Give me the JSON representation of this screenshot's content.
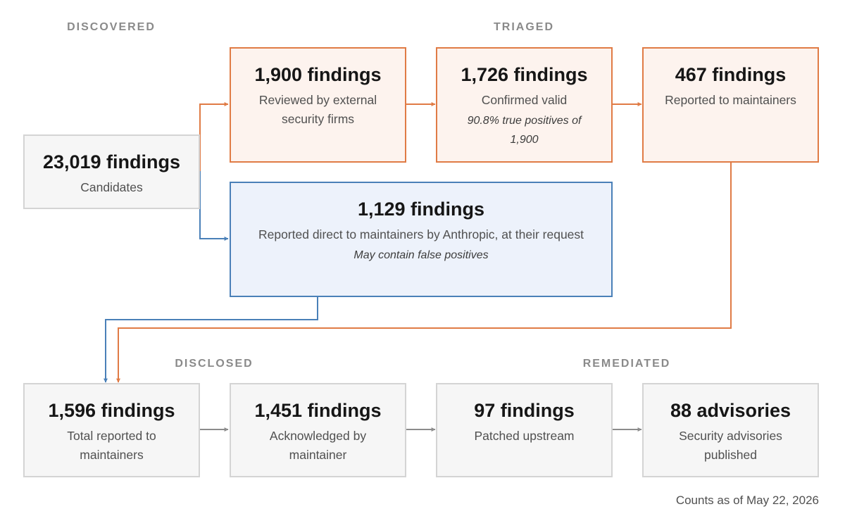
{
  "stages": {
    "discovered": "DISCOVERED",
    "triaged": "TRIAGED",
    "disclosed": "DISCLOSED",
    "remediated": "REMEDIATED"
  },
  "nodes": {
    "candidates": {
      "count": "23,019 findings",
      "desc": "Candidates"
    },
    "external_review": {
      "count": "1,900 findings",
      "desc": "Reviewed by external security firms"
    },
    "confirmed": {
      "count": "1,726 findings",
      "desc": "Confirmed valid",
      "note": "90.8% true positives of 1,900"
    },
    "reported": {
      "count": "467 findings",
      "desc": "Reported to maintainers"
    },
    "direct": {
      "count": "1,129 findings",
      "desc": "Reported direct to maintainers by Anthropic, at their request",
      "note": "May contain false positives"
    },
    "total_reported": {
      "count": "1,596 findings",
      "desc": "Total reported to maintainers"
    },
    "acknowledged": {
      "count": "1,451 findings",
      "desc": "Acknowledged by maintainer"
    },
    "patched": {
      "count": "97 findings",
      "desc": "Patched upstream"
    },
    "advisories": {
      "count": "88 advisories",
      "desc": "Security advisories published"
    }
  },
  "footer": "Counts as of May 22, 2026",
  "colors": {
    "orange": "#e07b45",
    "blue": "#4a80b8",
    "gray_arrow": "#8c8c8c",
    "orange_fill": "#fdf3ee",
    "blue_fill": "#edf2fb",
    "gray_fill": "#f6f6f6"
  }
}
